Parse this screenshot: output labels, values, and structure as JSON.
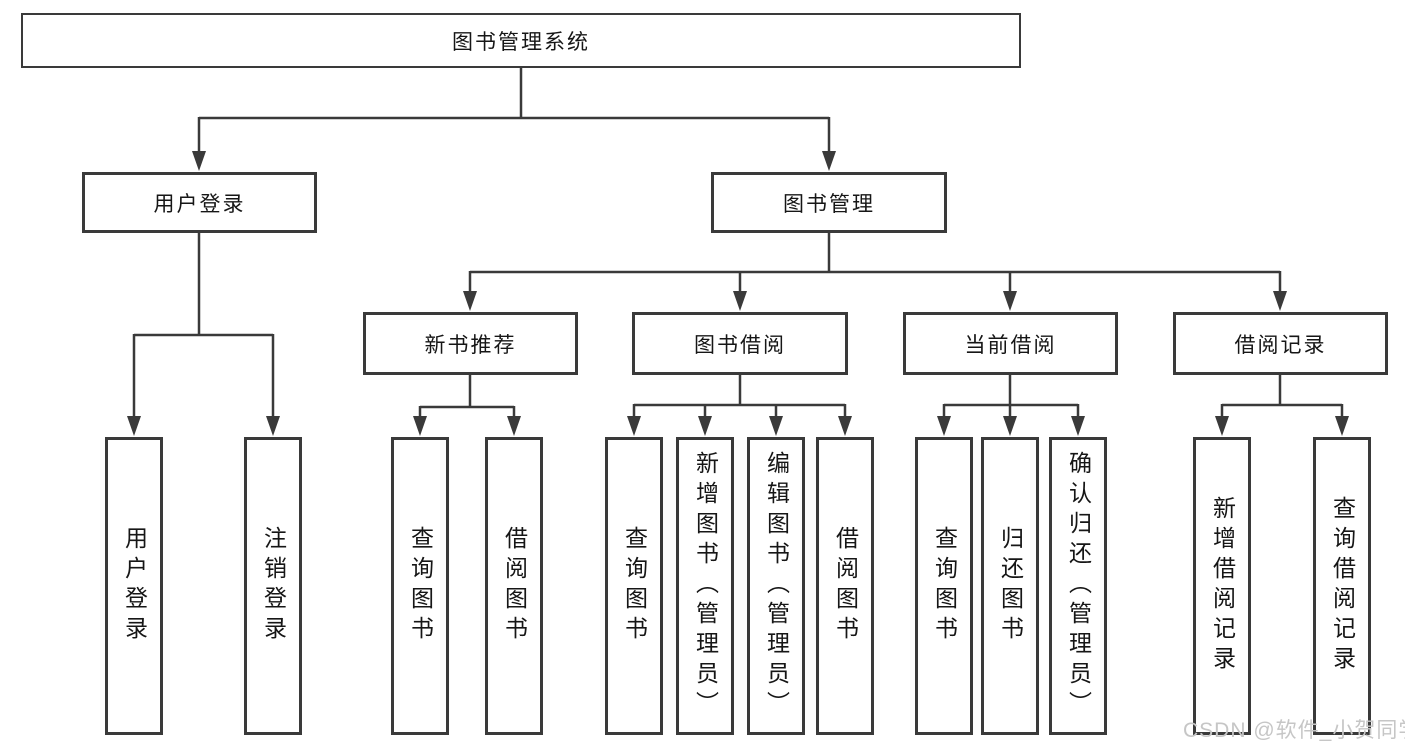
{
  "colors": {
    "line": "#3a3a3a",
    "text": "#161616",
    "background": "#ffffff",
    "watermark": "#c6c6c6"
  },
  "watermark": {
    "text": "CSDN @软件_小贺同学"
  },
  "nodes": {
    "root": {
      "label": "图书管理系统"
    },
    "user_login": {
      "label": "用户登录"
    },
    "book_mgmt": {
      "label": "图书管理"
    },
    "new_book_rec": {
      "label": "新书推荐"
    },
    "book_borrow": {
      "label": "图书借阅"
    },
    "current_borrow": {
      "label": "当前借阅"
    },
    "borrow_records": {
      "label": "借阅记录"
    },
    "leaf_user_login": {
      "label": "用户登录"
    },
    "leaf_logout": {
      "label": "注销登录"
    },
    "leaf_query_book_1": {
      "label": "查询图书"
    },
    "leaf_borrow_book_1": {
      "label": "借阅图书"
    },
    "leaf_query_book_2": {
      "label": "查询图书"
    },
    "leaf_add_book": {
      "label": "新增图书（管理员）"
    },
    "leaf_edit_book": {
      "label": "编辑图书（管理员）"
    },
    "leaf_borrow_book_2": {
      "label": "借阅图书"
    },
    "leaf_query_book_3": {
      "label": "查询图书"
    },
    "leaf_return_book": {
      "label": "归还图书"
    },
    "leaf_confirm_return": {
      "label": "确认归还（管理员）"
    },
    "leaf_add_record": {
      "label": "新增借阅记录"
    },
    "leaf_query_record": {
      "label": "查询借阅记录"
    }
  }
}
